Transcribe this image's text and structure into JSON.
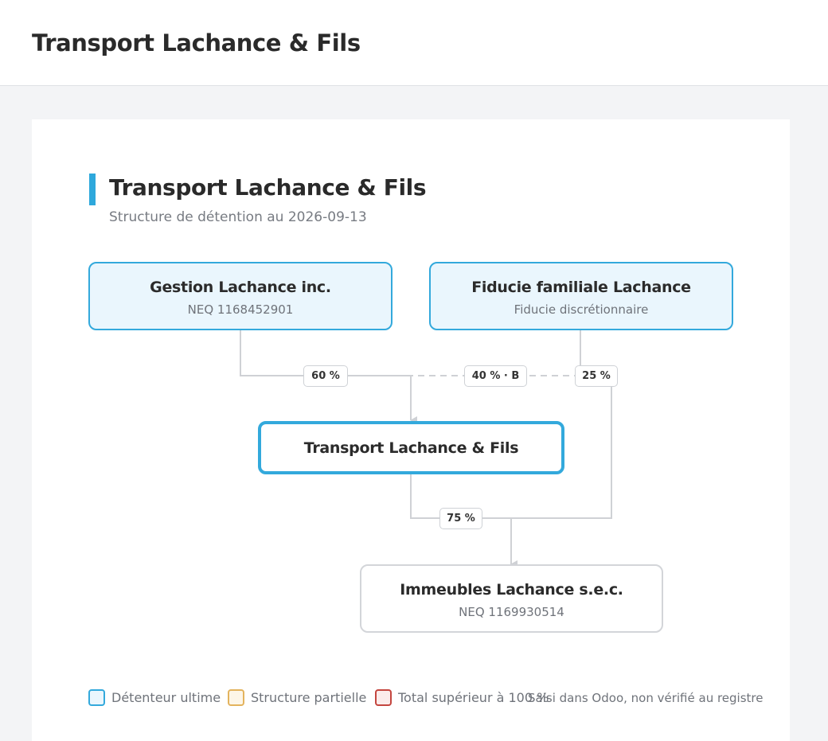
{
  "header": {
    "title": "Transport Lachance & Fils"
  },
  "diagram": {
    "title": "Transport Lachance & Fils",
    "subtitle": "Structure de détention au 2026-09-13",
    "nodes": {
      "gestion": {
        "name": "Gestion Lachance inc.",
        "detail": "NEQ 1168452901",
        "kind": "ultimate"
      },
      "fiducie": {
        "name": "Fiducie familiale Lachance",
        "detail": "Fiducie discrétionnaire",
        "kind": "ultimate"
      },
      "transport": {
        "name": "Transport Lachance & Fils",
        "kind": "focus"
      },
      "immeubles": {
        "name": "Immeubles Lachance s.e.c.",
        "detail": "NEQ 1169930514",
        "kind": "plain"
      }
    },
    "edges": [
      {
        "from": "Gestion Lachance inc.",
        "to": "Transport Lachance & Fils",
        "label": "60 %",
        "style": "solid"
      },
      {
        "from": "Fiducie familiale Lachance",
        "to": "Transport Lachance & Fils",
        "label": "40 % · B",
        "style": "dashed"
      },
      {
        "from": "Fiducie familiale Lachance",
        "to": "Immeubles Lachance s.e.c.",
        "label": "25 %",
        "style": "solid"
      },
      {
        "from": "Transport Lachance & Fils",
        "to": "Immeubles Lachance s.e.c.",
        "label": "75 %",
        "style": "solid"
      }
    ]
  },
  "legend": {
    "items": [
      {
        "label": "Détenteur ultime",
        "color": "#33a9dc"
      },
      {
        "label": "Structure partielle",
        "color": "#e3b35d"
      },
      {
        "label": "Total supérieur à 100 %",
        "color": "#c4463f"
      }
    ],
    "note": "Saisi dans Odoo, non vérifié au registre"
  },
  "colors": {
    "accent": "#2ea8dc",
    "edge": "#cfd1d5",
    "node_fill_ultimate": "#eaf6fd"
  }
}
